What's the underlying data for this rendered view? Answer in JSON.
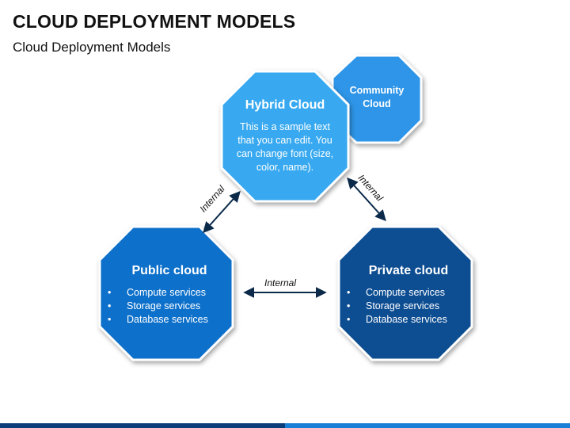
{
  "header": {
    "title": "CLOUD DEPLOYMENT MODELS",
    "subtitle": "Cloud Deployment Models"
  },
  "nodes": {
    "hybrid": {
      "title": "Hybrid Cloud",
      "lines": [
        "This is a sample text",
        "that you can edit. You",
        "can change font (size,",
        "color, name)."
      ]
    },
    "community": {
      "lines": [
        "Community",
        "Cloud"
      ]
    },
    "public": {
      "title": "Public cloud",
      "items": [
        "Compute services",
        "Storage services",
        "Database services"
      ]
    },
    "private": {
      "title": "Private cloud",
      "items": [
        "Compute services",
        "Storage services",
        "Database services"
      ]
    }
  },
  "links": {
    "left": "Internal",
    "right": "Internal",
    "bottom": "Internal"
  },
  "colors": {
    "hybrid": "#39a9f0",
    "community": "#2f95e8",
    "public": "#0c6fca",
    "private": "#0a4e92",
    "outline": "#ffffff",
    "arrow": "#0b2a4a",
    "bar_dark": "#0a3d7a",
    "bar_light": "#1a7fd6"
  }
}
